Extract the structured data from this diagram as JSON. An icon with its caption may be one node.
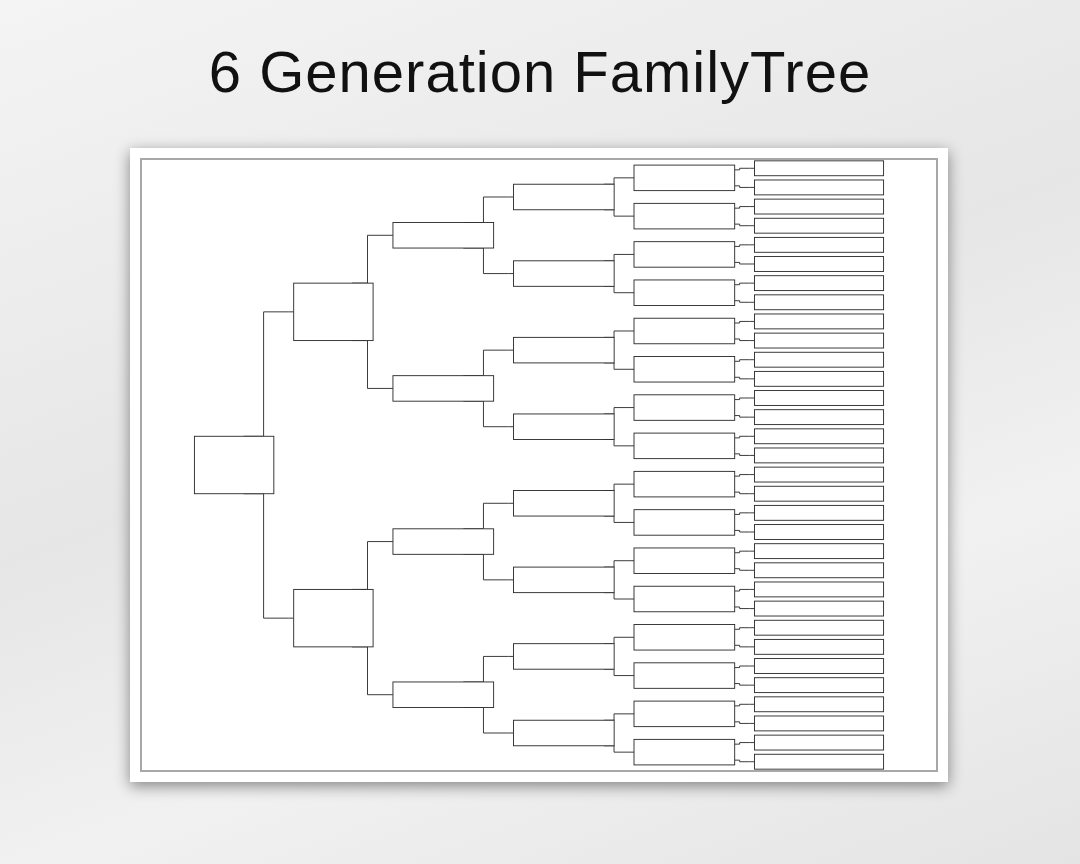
{
  "diagram": {
    "title": "6 Generation FamilyTree",
    "nodes": [
      {
        "text": [],
        "shape": "box"
      },
      {
        "text": [],
        "shape": "box"
      },
      {
        "text": [],
        "shape": "box"
      },
      {
        "text": [],
        "shape": "box"
      },
      {
        "text": [],
        "shape": "box"
      },
      {
        "text": [],
        "shape": "box"
      },
      {
        "text": [],
        "shape": "box"
      },
      {
        "text": [],
        "shape": "box"
      },
      {
        "text": [],
        "shape": "box"
      },
      {
        "text": [],
        "shape": "box"
      },
      {
        "text": [],
        "shape": "box"
      },
      {
        "text": [],
        "shape": "box"
      },
      {
        "text": [],
        "shape": "box"
      },
      {
        "text": [],
        "shape": "box"
      },
      {
        "text": [],
        "shape": "box"
      },
      {
        "text": [],
        "shape": "box"
      },
      {
        "text": [],
        "shape": "box"
      },
      {
        "text": [],
        "shape": "box"
      },
      {
        "text": [],
        "shape": "box"
      },
      {
        "text": [],
        "shape": "box"
      },
      {
        "text": [],
        "shape": "box"
      },
      {
        "text": [],
        "shape": "box"
      },
      {
        "text": [],
        "shape": "box"
      },
      {
        "text": [],
        "shape": "box"
      },
      {
        "text": [],
        "shape": "box"
      },
      {
        "text": [],
        "shape": "box"
      },
      {
        "text": [],
        "shape": "box"
      },
      {
        "text": [],
        "shape": "box"
      },
      {
        "text": [],
        "shape": "box"
      },
      {
        "text": [],
        "shape": "box"
      },
      {
        "text": [],
        "shape": "box"
      },
      {
        "text": [],
        "shape": "box"
      },
      {
        "text": [],
        "shape": "box"
      },
      {
        "text": [],
        "shape": "box"
      },
      {
        "text": [],
        "shape": "box"
      },
      {
        "text": [],
        "shape": "box"
      },
      {
        "text": [],
        "shape": "box"
      },
      {
        "text": [],
        "shape": "box"
      },
      {
        "text": [],
        "shape": "box"
      },
      {
        "text": [],
        "shape": "box"
      },
      {
        "text": [],
        "shape": "box"
      },
      {
        "text": [],
        "shape": "box"
      },
      {
        "text": [],
        "shape": "box"
      },
      {
        "text": [],
        "shape": "box"
      },
      {
        "text": [],
        "shape": "box"
      },
      {
        "text": [],
        "shape": "box"
      },
      {
        "text": [],
        "shape": "box"
      },
      {
        "text": [],
        "shape": "box"
      },
      {
        "text": [],
        "shape": "box"
      },
      {
        "text": [],
        "shape": "box"
      },
      {
        "text": [],
        "shape": "box"
      },
      {
        "text": [],
        "shape": "box"
      },
      {
        "text": [],
        "shape": "box"
      },
      {
        "text": [],
        "shape": "box"
      },
      {
        "text": [],
        "shape": "box"
      },
      {
        "text": [],
        "shape": "box"
      },
      {
        "text": [],
        "shape": "box"
      },
      {
        "text": [],
        "shape": "box"
      },
      {
        "text": [],
        "shape": "box"
      },
      {
        "text": [],
        "shape": "box"
      },
      {
        "text": [],
        "shape": "box"
      },
      {
        "text": [],
        "shape": "box"
      },
      {
        "text": [],
        "shape": "box"
      }
    ],
    "edges": [
      {
        "from": 0,
        "to": 1,
        "arrow": "none"
      },
      {
        "from": 0,
        "to": 2,
        "arrow": "none"
      },
      {
        "from": 1,
        "to": 3,
        "arrow": "none"
      },
      {
        "from": 1,
        "to": 4,
        "arrow": "none"
      },
      {
        "from": 2,
        "to": 5,
        "arrow": "none"
      },
      {
        "from": 2,
        "to": 6,
        "arrow": "none"
      },
      {
        "from": 3,
        "to": 7,
        "arrow": "none"
      },
      {
        "from": 3,
        "to": 8,
        "arrow": "none"
      },
      {
        "from": 4,
        "to": 9,
        "arrow": "none"
      },
      {
        "from": 4,
        "to": 10,
        "arrow": "none"
      },
      {
        "from": 5,
        "to": 11,
        "arrow": "none"
      },
      {
        "from": 5,
        "to": 12,
        "arrow": "none"
      },
      {
        "from": 6,
        "to": 13,
        "arrow": "none"
      },
      {
        "from": 6,
        "to": 14,
        "arrow": "none"
      },
      {
        "from": 7,
        "to": 15,
        "arrow": "none"
      },
      {
        "from": 7,
        "to": 16,
        "arrow": "none"
      },
      {
        "from": 8,
        "to": 17,
        "arrow": "none"
      },
      {
        "from": 8,
        "to": 18,
        "arrow": "none"
      },
      {
        "from": 9,
        "to": 19,
        "arrow": "none"
      },
      {
        "from": 9,
        "to": 20,
        "arrow": "none"
      },
      {
        "from": 10,
        "to": 21,
        "arrow": "none"
      },
      {
        "from": 10,
        "to": 22,
        "arrow": "none"
      },
      {
        "from": 11,
        "to": 23,
        "arrow": "none"
      },
      {
        "from": 11,
        "to": 24,
        "arrow": "none"
      },
      {
        "from": 12,
        "to": 25,
        "arrow": "none"
      },
      {
        "from": 12,
        "to": 26,
        "arrow": "none"
      },
      {
        "from": 13,
        "to": 27,
        "arrow": "none"
      },
      {
        "from": 13,
        "to": 28,
        "arrow": "none"
      },
      {
        "from": 14,
        "to": 29,
        "arrow": "none"
      },
      {
        "from": 14,
        "to": 30,
        "arrow": "none"
      },
      {
        "from": 15,
        "to": 31,
        "arrow": "none"
      },
      {
        "from": 15,
        "to": 32,
        "arrow": "none"
      },
      {
        "from": 16,
        "to": 33,
        "arrow": "none"
      },
      {
        "from": 16,
        "to": 34,
        "arrow": "none"
      },
      {
        "from": 17,
        "to": 35,
        "arrow": "none"
      },
      {
        "from": 17,
        "to": 36,
        "arrow": "none"
      },
      {
        "from": 18,
        "to": 37,
        "arrow": "none"
      },
      {
        "from": 18,
        "to": 38,
        "arrow": "none"
      },
      {
        "from": 19,
        "to": 39,
        "arrow": "none"
      },
      {
        "from": 19,
        "to": 40,
        "arrow": "none"
      },
      {
        "from": 20,
        "to": 41,
        "arrow": "none"
      },
      {
        "from": 20,
        "to": 42,
        "arrow": "none"
      },
      {
        "from": 21,
        "to": 43,
        "arrow": "none"
      },
      {
        "from": 21,
        "to": 44,
        "arrow": "none"
      },
      {
        "from": 22,
        "to": 45,
        "arrow": "none"
      },
      {
        "from": 22,
        "to": 46,
        "arrow": "none"
      },
      {
        "from": 23,
        "to": 47,
        "arrow": "none"
      },
      {
        "from": 23,
        "to": 48,
        "arrow": "none"
      },
      {
        "from": 24,
        "to": 49,
        "arrow": "none"
      },
      {
        "from": 24,
        "to": 50,
        "arrow": "none"
      },
      {
        "from": 25,
        "to": 51,
        "arrow": "none"
      },
      {
        "from": 25,
        "to": 52,
        "arrow": "none"
      },
      {
        "from": 26,
        "to": 53,
        "arrow": "none"
      },
      {
        "from": 26,
        "to": 54,
        "arrow": "none"
      },
      {
        "from": 27,
        "to": 55,
        "arrow": "none"
      },
      {
        "from": 27,
        "to": 56,
        "arrow": "none"
      },
      {
        "from": 28,
        "to": 57,
        "arrow": "none"
      },
      {
        "from": 28,
        "to": 58,
        "arrow": "none"
      },
      {
        "from": 29,
        "to": 59,
        "arrow": "none"
      },
      {
        "from": 29,
        "to": 60,
        "arrow": "none"
      },
      {
        "from": 30,
        "to": 61,
        "arrow": "none"
      },
      {
        "from": 30,
        "to": 62,
        "arrow": "none"
      }
    ]
  }
}
